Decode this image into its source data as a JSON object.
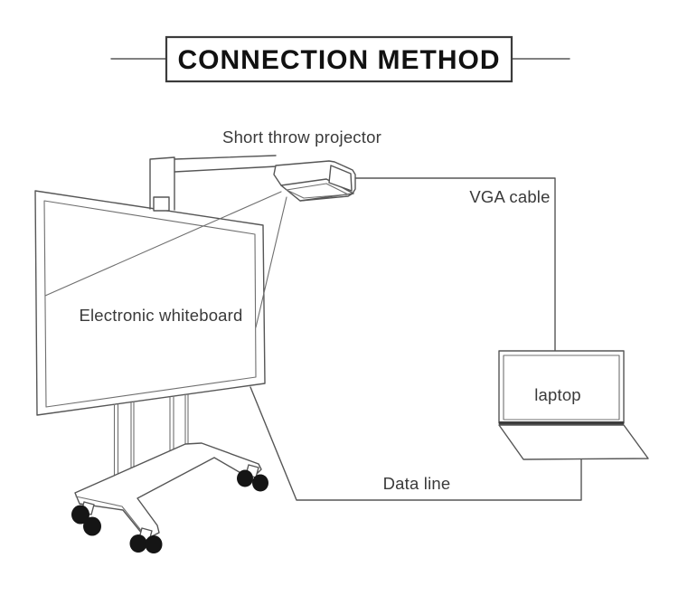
{
  "title": {
    "text": "CONNECTION METHOD"
  },
  "labels": {
    "projector": "Short throw projector",
    "whiteboard": "Electronic whiteboard",
    "vga_cable": "VGA cable",
    "data_line": "Data line",
    "laptop": "laptop"
  },
  "colors": {
    "background": "#ffffff",
    "line": "#565656",
    "line_light": "#6f6f6f",
    "title_border": "#3b3b3b",
    "title_text": "#111111",
    "label_text": "#3a3a3a",
    "wheel": "#151515",
    "hinge": "#3c3c3c"
  }
}
